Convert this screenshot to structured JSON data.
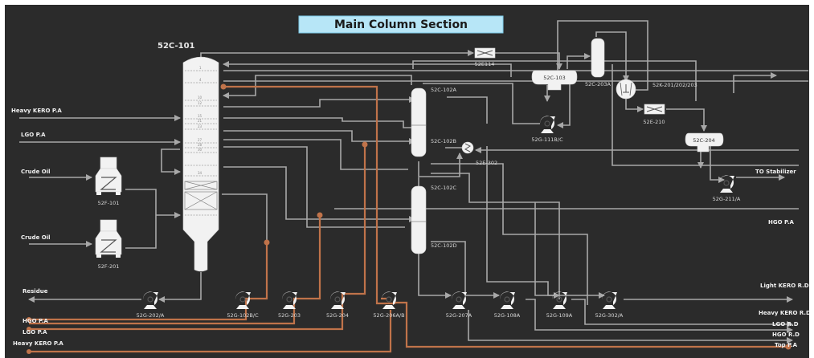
{
  "title": "Main Column Section",
  "colors": {
    "background": "#2b2b2b",
    "title_bg": "#b7e6f7",
    "pipe": "#a8a8a8",
    "highlight": "#c0734a",
    "equipment": "#f2f2f2"
  },
  "equipment": {
    "main_column": "52C-101",
    "side_strippers": [
      "52C-102A",
      "52C-102B",
      "52C-102C",
      "52C-102D"
    ],
    "heaters": [
      "52F-101",
      "52F-201"
    ],
    "exchangers": [
      "52E114",
      "52E-210",
      "52E-302"
    ],
    "drums": [
      "52C-103",
      "52C-203A",
      "52C-204"
    ],
    "compressor": "52K-201/202/203",
    "pumps_bottom": [
      "52G-202/A",
      "52G-102B/C",
      "52G-203",
      "52G-204",
      "52G-206A/B",
      "52G-207A",
      "52G-108A",
      "52G-109A",
      "52G-302/A"
    ],
    "pumps_top": [
      "52G-111B/C",
      "52G-211/A"
    ]
  },
  "tray_numbers": [
    "1",
    "4",
    "10",
    "12",
    "15",
    "21",
    "23",
    "27",
    "28",
    "30",
    "34"
  ],
  "streams_left": {
    "heavy_kero_pa_in": "Heavy KERO P.A",
    "lgo_pa_in": "LGO P.A",
    "crude_oil_1": "Crude Oil",
    "crude_oil_2": "Crude Oil",
    "residue": "Residue",
    "hgo_pa_out": "HGO P.A",
    "lgo_pa_out": "LGO P.A",
    "heavy_kero_pa_out": "Heavy KERO P.A"
  },
  "streams_right": {
    "to_stabilizer": "TO Stabilizer",
    "hgo_pa": "HGO P.A",
    "light_kero_rd": "Light KERO R.D",
    "heavy_kero_rd": "Heavy KERO R.D",
    "lgo_rd": "LGO R.D",
    "hgo_rd": "HGO R.D",
    "top_pa": "Top P.A"
  }
}
